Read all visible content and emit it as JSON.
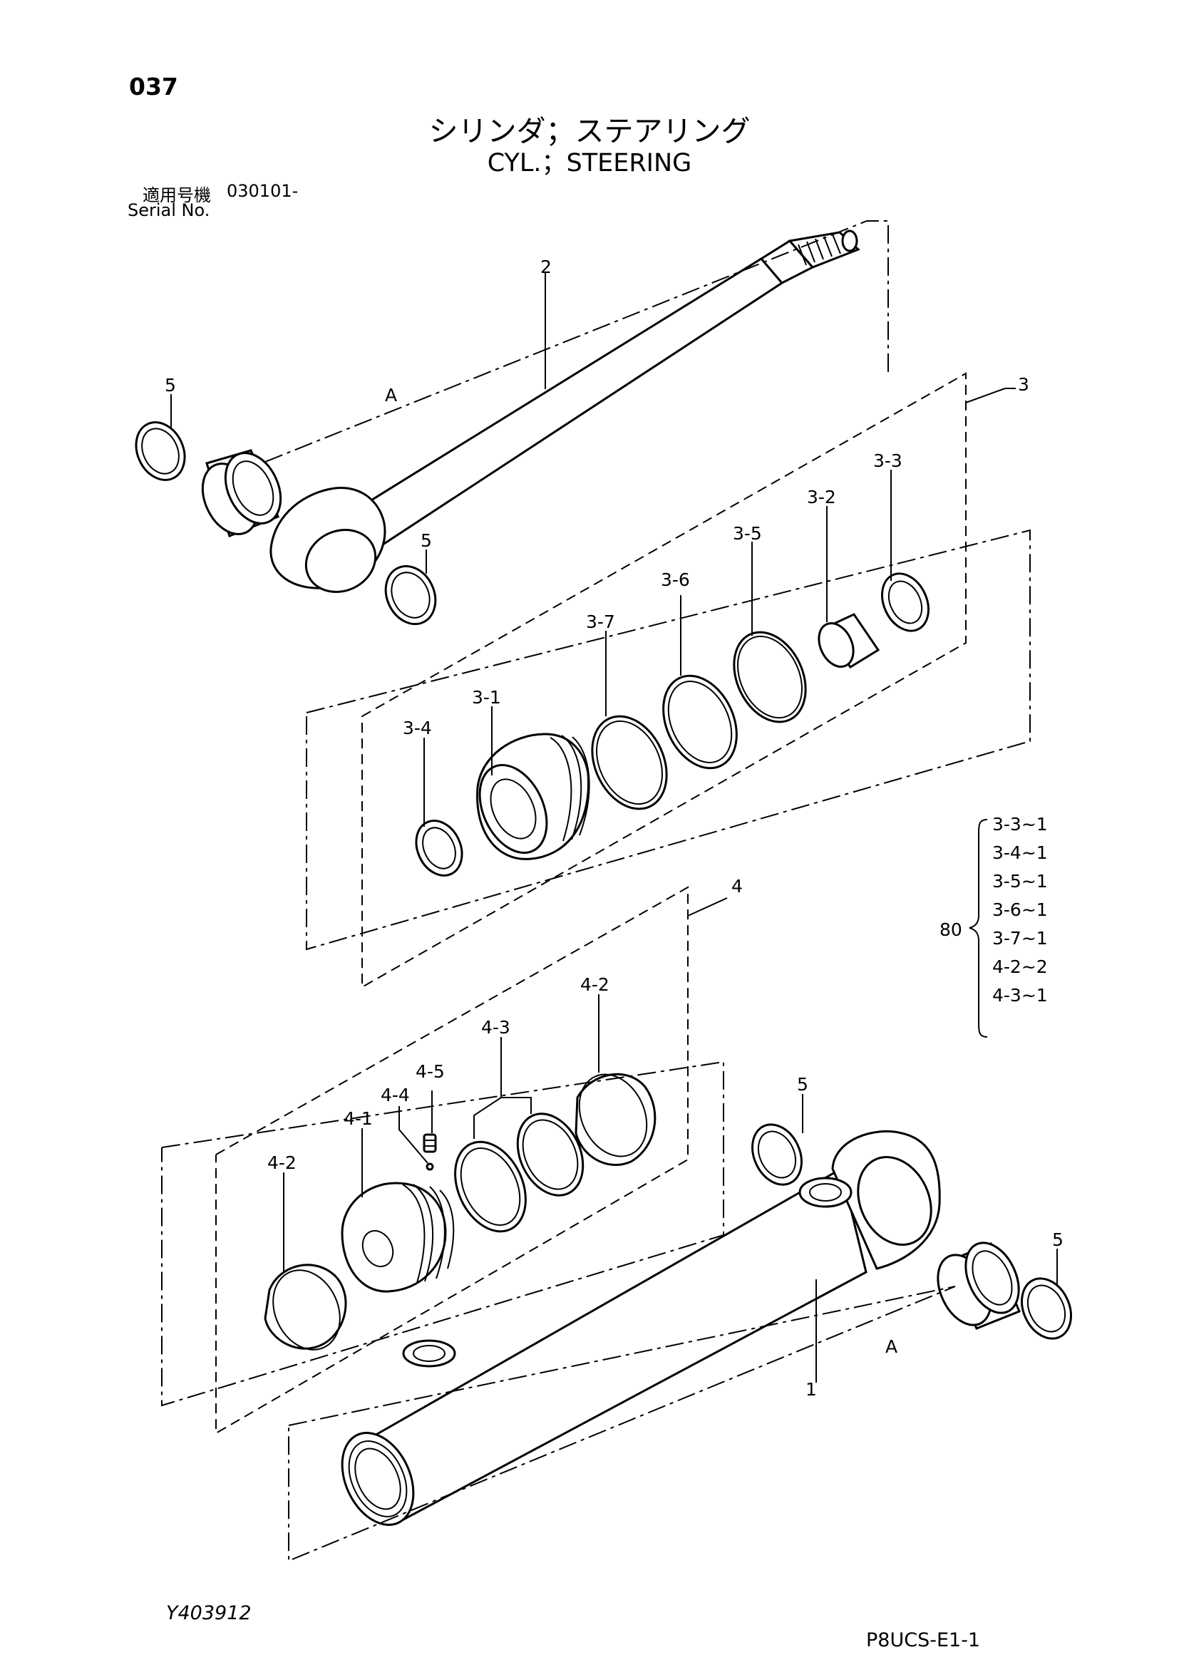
{
  "header": {
    "page_number": "037",
    "title_jp": "シリンダ；ステアリング",
    "title_en": "CYL.；STEERING",
    "serial_label_jp": "適用号機",
    "serial_value": "030101-",
    "serial_label_en": "Serial No."
  },
  "callouts": {
    "c1": "1",
    "c2": "2",
    "c3": "3",
    "c4": "4",
    "c3_1": "3-1",
    "c3_2": "3-2",
    "c3_3": "3-3",
    "c3_4": "3-4",
    "c3_5": "3-5",
    "c3_6": "3-6",
    "c3_7": "3-7",
    "c4_1": "4-1",
    "c4_2a": "4-2",
    "c4_2b": "4-2",
    "c4_3": "4-3",
    "c4_4": "4-4",
    "c4_5": "4-5",
    "c5a": "5",
    "c5b": "5",
    "c5c": "5",
    "c5d": "5",
    "a_top": "A",
    "a_bottom": "A"
  },
  "kit": {
    "quantity": "80",
    "items": [
      "3-3~1",
      "3-4~1",
      "3-5~1",
      "3-6~1",
      "3-7~1",
      "4-2~2",
      "4-3~1"
    ]
  },
  "footer": {
    "drawing_code": "Y403912",
    "page_code": "P8UCS-E1-1"
  }
}
